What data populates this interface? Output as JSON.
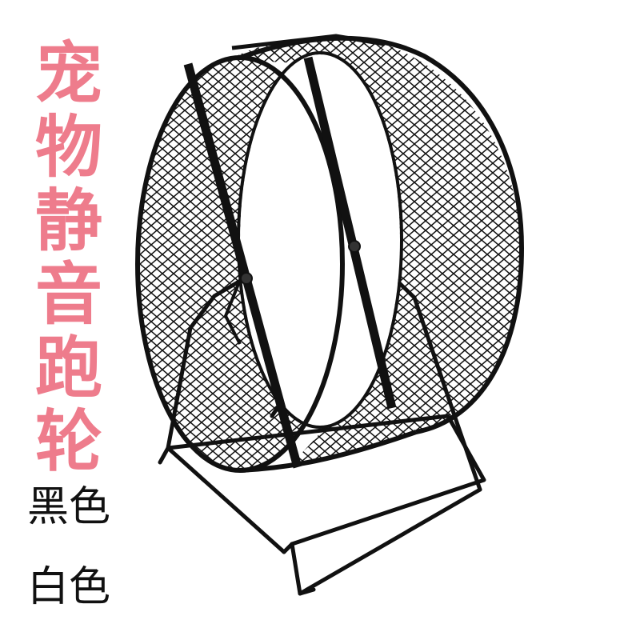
{
  "title": {
    "chars": [
      "宠",
      "物",
      "静",
      "音",
      "跑",
      "轮"
    ],
    "color": "#ee7c8c"
  },
  "options": {
    "black": "黑色",
    "white": "白色"
  },
  "product": {
    "icon": "hamster-wheel-icon",
    "frame_color": "#111111",
    "background": "#ffffff"
  }
}
